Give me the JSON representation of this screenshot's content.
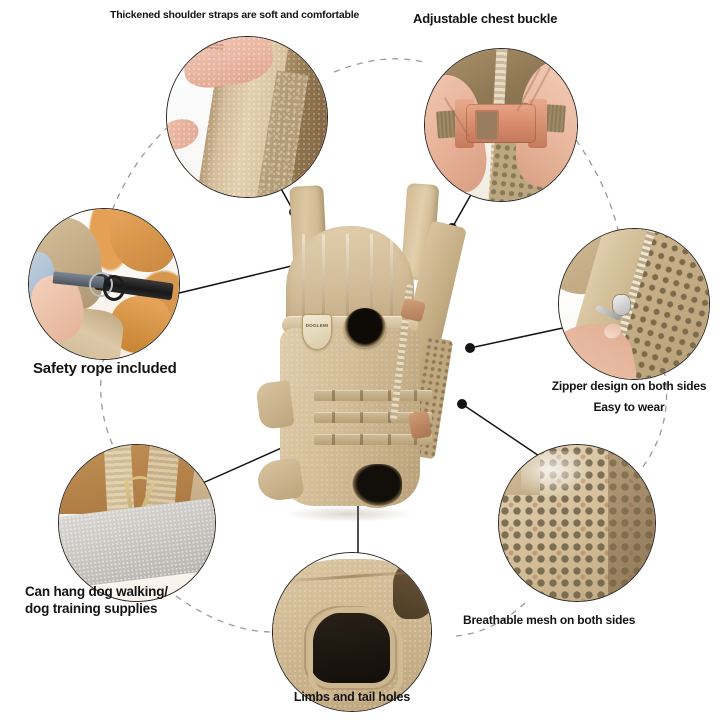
{
  "page": {
    "title": "Pet Carrier Backpack Feature Infographic",
    "background_color": "#ffffff",
    "product_color": "#d2bc96",
    "line_color": "#1a1a1a",
    "dash_color": "#9a9a9a",
    "text_color": "#141414"
  },
  "product": {
    "name": "front-facing dog carrier backpack",
    "badge_text": "DOGLEMI",
    "color": "khaki"
  },
  "callouts": [
    {
      "id": "shoulder-straps",
      "label": "Thickened shoulder straps are soft and comfortable",
      "photo": "thickened-shoulder-strap-held-in-hand",
      "font_size": 10.5,
      "align": "left"
    },
    {
      "id": "chest-buckle",
      "label": "Adjustable chest buckle",
      "photo": "hands-clicking-side-release-buckle",
      "font_size": 13,
      "align": "left"
    },
    {
      "id": "safety-rope",
      "label": "Safety rope included",
      "photo": "safety-rope-clip-attached-to-dog-collar",
      "font_size": 15,
      "align": "left"
    },
    {
      "id": "zipper",
      "label": "Zipper design on both sides",
      "label_line2": "Easy to wear",
      "photo": "hand-pulling-side-zipper-open",
      "font_size": 12,
      "align": "center"
    },
    {
      "id": "breathable-mesh",
      "label": "Breathable mesh on both sides",
      "photo": "close-up-honeycomb-breathable-mesh-fabric",
      "font_size": 12,
      "align": "center"
    },
    {
      "id": "limb-holes",
      "label": "Limbs and tail holes",
      "photo": "limb-opening-hole-in-carrier-bottom",
      "font_size": 12.5,
      "align": "center"
    },
    {
      "id": "hang-supplies",
      "label": "Can hang dog walking/\ndog training supplies",
      "photo": "metal-hooks-for-hanging-dog-supplies",
      "font_size": 13.5,
      "align": "left"
    }
  ],
  "watermark": ""
}
